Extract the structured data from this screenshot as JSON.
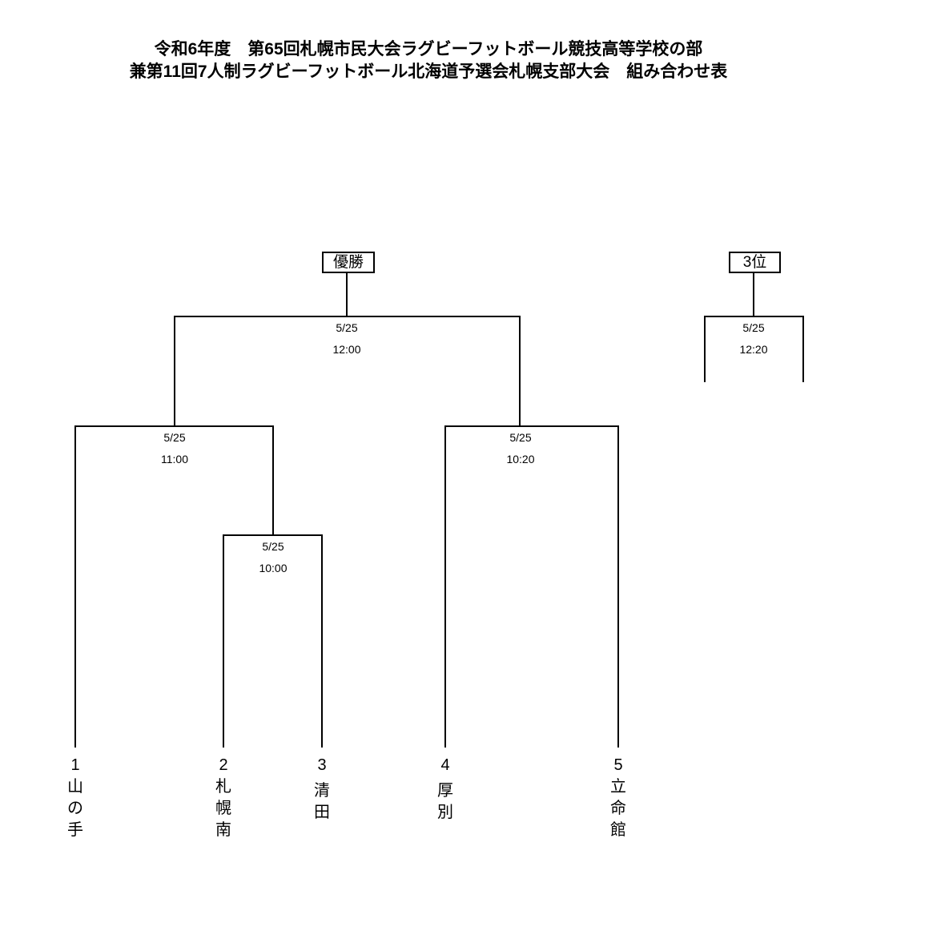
{
  "title": {
    "line1": "令和6年度　第65回札幌市民大会ラグビーフットボール競技高等学校の部",
    "line2": "兼第11回7人制ラグビーフットボール北海道予選会札幌支部大会　組み合わせ表"
  },
  "final": {
    "label": "優勝",
    "date": "5/25",
    "time": "12:00"
  },
  "third_place": {
    "label": "3位",
    "date": "5/25",
    "time": "12:20"
  },
  "matches": [
    {
      "date": "5/25",
      "time": "11:00"
    },
    {
      "date": "5/25",
      "time": "10:20"
    },
    {
      "date": "5/25",
      "time": "10:00"
    }
  ],
  "teams": [
    {
      "seed": "1",
      "chars": [
        "山",
        "の",
        "手"
      ]
    },
    {
      "seed": "2",
      "chars": [
        "札",
        "幌",
        "南"
      ]
    },
    {
      "seed": "3",
      "chars": [
        "清",
        "田"
      ]
    },
    {
      "seed": "4",
      "chars": [
        "厚",
        "別"
      ]
    },
    {
      "seed": "5",
      "chars": [
        "立",
        "命",
        "館"
      ]
    }
  ]
}
